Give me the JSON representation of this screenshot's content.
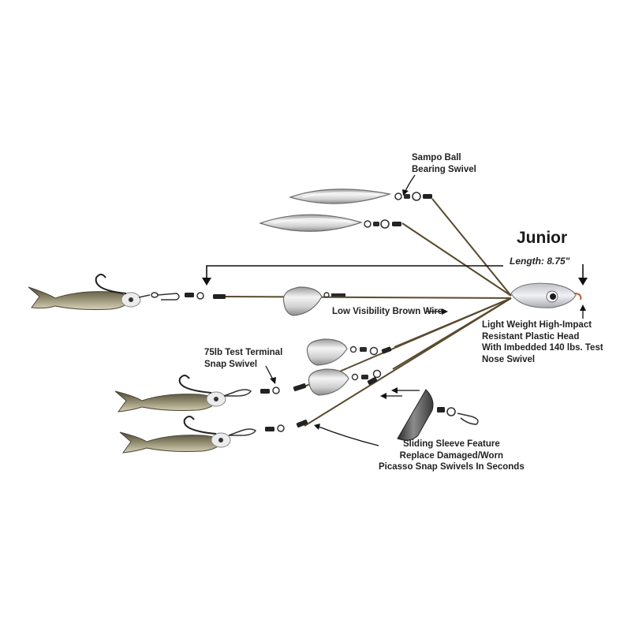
{
  "product": {
    "title": "Junior",
    "length_label": "Length: 8.75\""
  },
  "callouts": {
    "swivel": {
      "line1": "Sampo Ball",
      "line2": "Bearing Swivel"
    },
    "wire": "Low Visibility Brown Wire",
    "head": {
      "line1": "Light Weight High-Impact",
      "line2": "Resistant Plastic Head",
      "line3": "With Imbedded  140 lbs. Test",
      "line4": "Nose Swivel"
    },
    "snap": {
      "line1": "75lb Test Terminal",
      "line2": "Snap Swivel"
    },
    "sleeve": {
      "line1": "Sliding Sleeve Feature",
      "line2": "Replace Damaged/Worn",
      "line3": "Picasso Snap Swivels In Seconds"
    }
  },
  "colors": {
    "wire": "#5a4a2e",
    "text": "#222222",
    "bait_body": "#7a7460",
    "bait_belly": "#c9c3a8",
    "blade_silver": "#d6d6d6",
    "head_white": "#e8e8ea"
  }
}
